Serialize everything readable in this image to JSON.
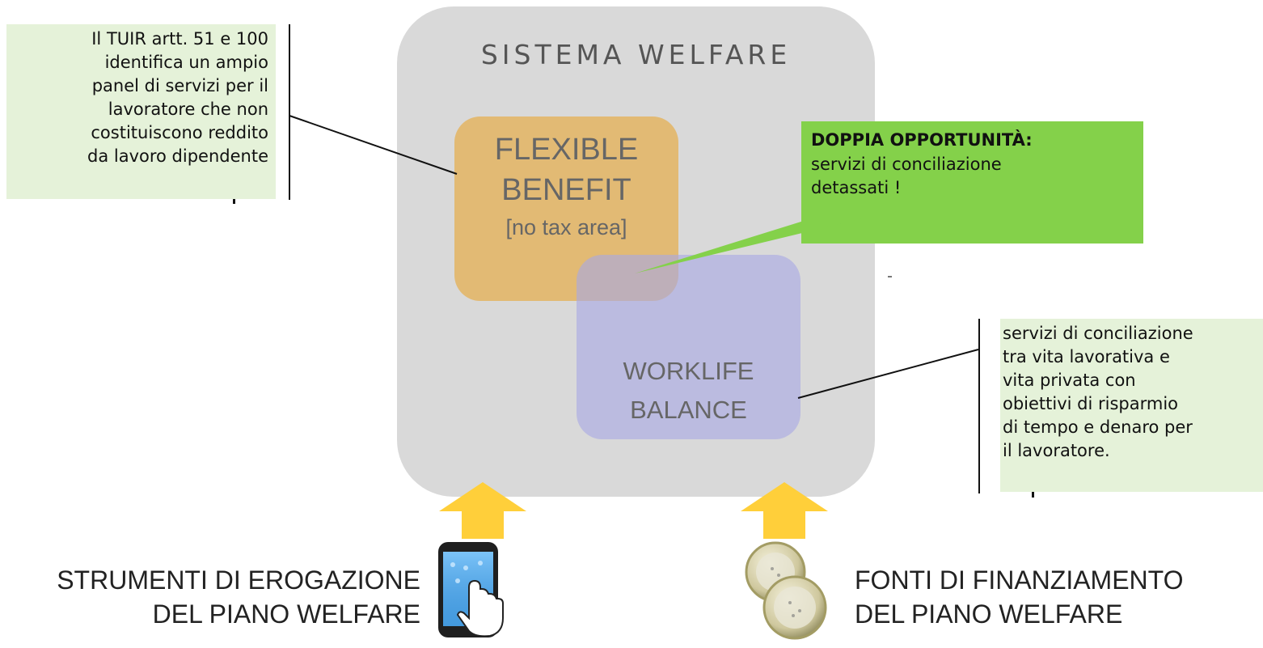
{
  "diagram": {
    "title": "SISTEMA WELFARE",
    "flexible_benefit": {
      "line1": "FLEXIBLE",
      "line2": "BENEFIT",
      "subtitle": "[no tax area]"
    },
    "worklife_balance": {
      "line1": "WORKLIFE",
      "line2": "BALANCE"
    },
    "callout": {
      "title": "DOPPIA OPPORTUNITÀ:",
      "line1": "servizi di conciliazione",
      "line2": "detassati !"
    },
    "note_left": [
      "Il TUIR artt. 51 e 100",
      "identifica un ampio",
      "panel di servizi per il",
      "lavoratore che non",
      "costituiscono reddito",
      "da lavoro dipendente"
    ],
    "note_right": [
      "servizi di conciliazione",
      "tra vita lavorativa e",
      "vita privata con",
      "obiettivi di risparmio",
      "di tempo e denaro per",
      "il lavoratore."
    ],
    "strumenti": {
      "line1": "STRUMENTI DI EROGAZIONE",
      "line2": "DEL PIANO WELFARE"
    },
    "fonti": {
      "line1": "FONTI DI FINANZIAMENTO",
      "line2": "DEL PIANO WELFARE"
    }
  },
  "icons": {
    "phone": "smartphone-touch-icon",
    "coins": "coins-icon"
  },
  "colors": {
    "sistema_bg": "#d9d9d9",
    "flexible_bg": "#e3b86f",
    "worklife_bg": "#a8a8e4",
    "callout_bg": "#84d14a",
    "note_bg": "#e5f2d9",
    "arrow": "#ffcf3a"
  }
}
